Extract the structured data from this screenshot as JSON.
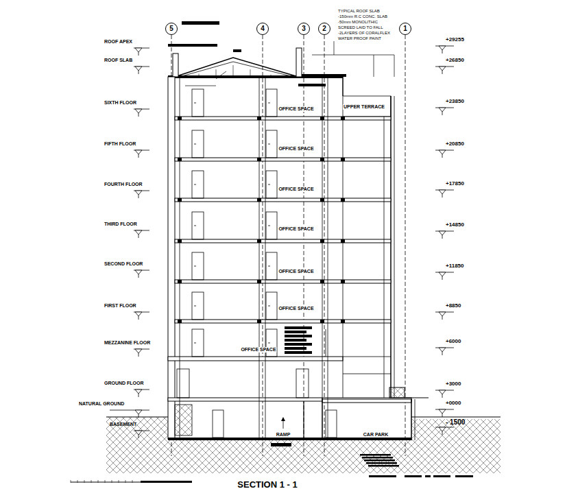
{
  "diagram": {
    "title": "SECTION 1 - 1",
    "nodes": [
      {
        "text": [
          "5"
        ]
      },
      {
        "text": [
          "4"
        ]
      },
      {
        "text": [
          "3"
        ]
      },
      {
        "text": [
          "2"
        ]
      },
      {
        "text": [
          "1"
        ]
      }
    ],
    "labels": [
      "TYPICAL  ROOF SLAB",
      "-150mm R.C CONC. SLAB",
      "-50mm MONOLITHIC",
      "SCREED LAID TO FALL",
      "-2LAYERS OF CORALFLEX",
      "WATER PROOF PAINT",
      "ROOF APEX",
      "ROOF SLAB",
      "SIXTH FLOOR",
      "FIFTH FLOOR",
      "FOURTH FLOOR",
      "THIRD FLOOR",
      "SECOND FLOOR",
      "FIRST FLOOR",
      "MEZZANINE FLOOR",
      "GROUND FLOOR",
      "NATURAL GROUND",
      "BASEMENT",
      "+29255",
      "+26850",
      "+23850",
      "+20850",
      "+17850",
      "+14850",
      "+11850",
      "+8850",
      "+6000",
      "+3000",
      "+0000",
      "- 1500",
      "OFFICE SPACE",
      "OFFICE SPACE",
      "OFFICE SPACE",
      "OFFICE SPACE",
      "OFFICE SPACE",
      "OFFICE SPACE",
      "OFFICE SPACE",
      "UPPER TERRACE",
      "RAMP",
      "CAR PARK"
    ]
  }
}
